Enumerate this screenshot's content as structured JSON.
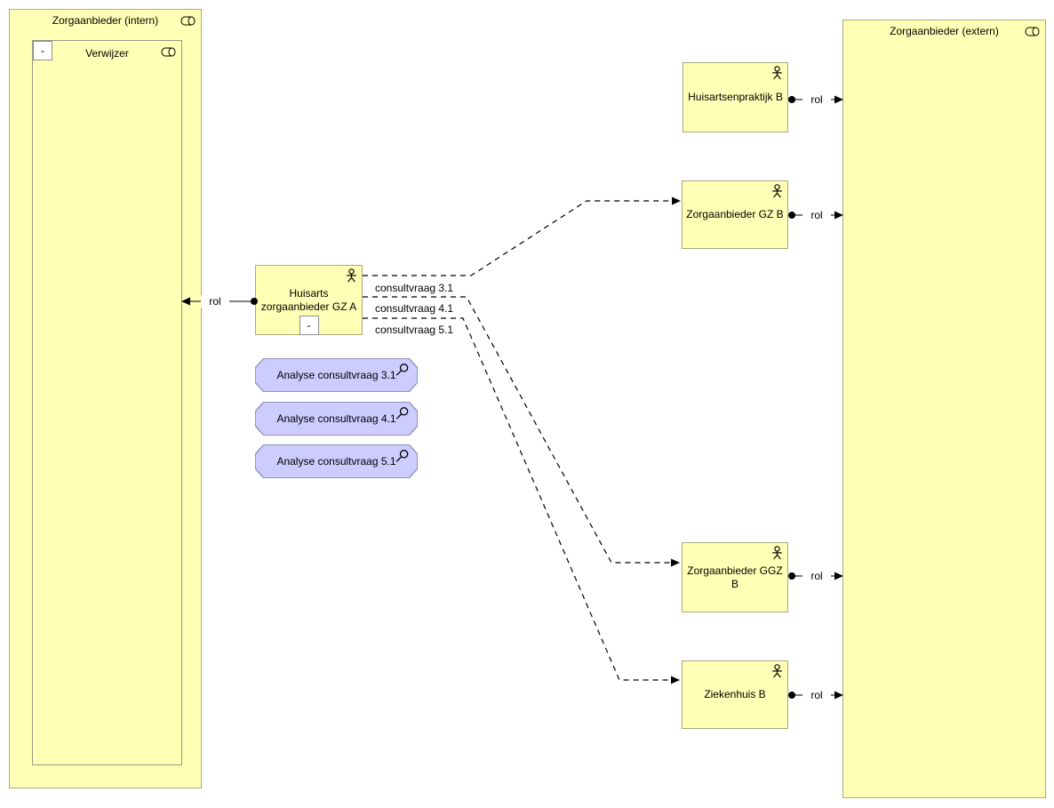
{
  "containers": {
    "intern": {
      "label": "Zorgaanbieder (intern)"
    },
    "verwijzer": {
      "label": "Verwijzer",
      "collapse_label": "-"
    },
    "extern": {
      "label": "Zorgaanbieder (extern)"
    }
  },
  "actors": {
    "huisarts_gz_a": {
      "label": "Huisarts zorgaanbieder GZ A",
      "collapse_label": "-"
    },
    "huisartsenpraktijk_b": {
      "label": "Huisartsenpraktijk B"
    },
    "zorgaanbieder_gz_b": {
      "label": "Zorgaanbieder GZ B"
    },
    "zorgaanbieder_ggz_b": {
      "label": "Zorgaanbieder GGZ B"
    },
    "ziekenhuis_b": {
      "label": "Ziekenhuis B"
    }
  },
  "assessments": [
    {
      "label": "Analyse consultvraag 3.1"
    },
    {
      "label": "Analyse consultvraag 4.1"
    },
    {
      "label": "Analyse consultvraag 5.1"
    }
  ],
  "connections": {
    "rol_verwijzer": {
      "label": "rol",
      "type": "assignment",
      "from": "Huisarts zorgaanbieder GZ A",
      "to": "Verwijzer"
    },
    "rol_hap": {
      "label": "rol",
      "type": "assignment",
      "from": "Huisartsenpraktijk B",
      "to": "Zorgaanbieder (extern)"
    },
    "rol_gzb": {
      "label": "rol",
      "type": "assignment",
      "from": "Zorgaanbieder GZ B",
      "to": "Zorgaanbieder (extern)"
    },
    "rol_ggzb": {
      "label": "rol",
      "type": "assignment",
      "from": "Zorgaanbieder GGZ B",
      "to": "Zorgaanbieder (extern)"
    },
    "rol_zkh": {
      "label": "rol",
      "type": "assignment",
      "from": "Ziekenhuis B",
      "to": "Zorgaanbieder (extern)"
    },
    "flow_31": {
      "label": "consultvraag 3.1",
      "type": "flow",
      "from": "Huisarts zorgaanbieder GZ A",
      "to": "Zorgaanbieder GZ B"
    },
    "flow_41": {
      "label": "consultvraag 4.1",
      "type": "flow",
      "from": "Huisarts zorgaanbieder GZ A",
      "to": "Zorgaanbieder GGZ B"
    },
    "flow_51": {
      "label": "consultvraag 5.1",
      "type": "flow",
      "from": "Huisarts zorgaanbieder GZ A",
      "to": "Ziekenhuis B"
    }
  },
  "colors": {
    "element_fill": "#ffffb5",
    "element_border": "#a9a97c",
    "assessment_fill": "#ccccff",
    "assessment_border": "#9494bd",
    "line": "#000000",
    "canvas": "#ffffff"
  }
}
